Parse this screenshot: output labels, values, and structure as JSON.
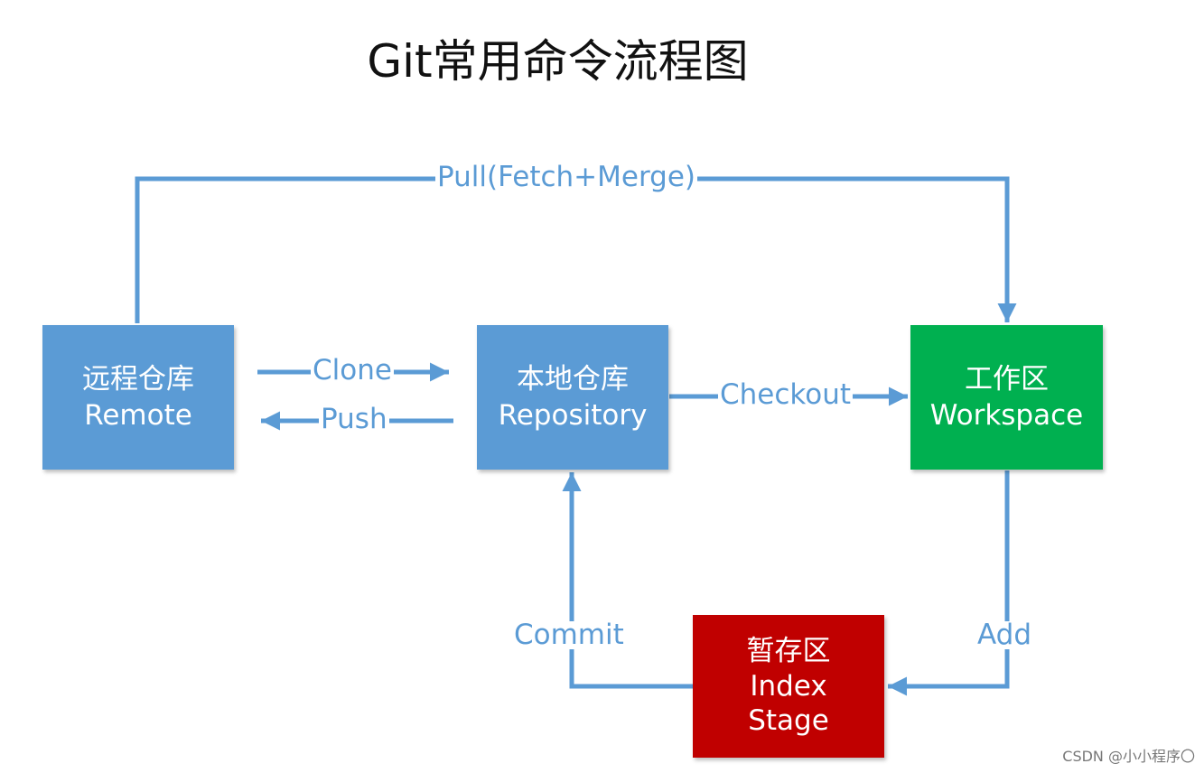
{
  "title": "Git常用命令流程图",
  "colors": {
    "arrow": "#5b9bd5",
    "remote": "#5b9bd5",
    "repository": "#5b9bd5",
    "workspace": "#00b050",
    "stage": "#c00000"
  },
  "boxes": {
    "remote": {
      "line1": "远程仓库",
      "line2": "Remote"
    },
    "repository": {
      "line1": "本地仓库",
      "line2": "Repository"
    },
    "workspace": {
      "line1": "工作区",
      "line2": "Workspace"
    },
    "stage": {
      "line1": "暂存区",
      "line2": "Index",
      "line3": "Stage"
    }
  },
  "edges": {
    "pull": "Pull(Fetch+Merge)",
    "clone": "Clone",
    "push": "Push",
    "checkout": "Checkout",
    "add": "Add",
    "commit": "Commit"
  },
  "watermark": "CSDN @小小程序〇"
}
